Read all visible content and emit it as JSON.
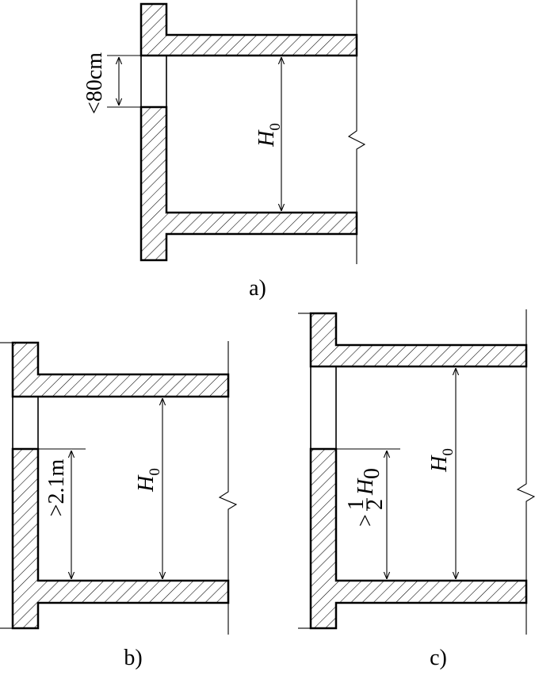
{
  "panels": {
    "a": {
      "caption": "a)",
      "opening_label": "<80cm",
      "height_symbol": "H",
      "height_sub": "0"
    },
    "b": {
      "caption": "b)",
      "opening_label": ">2.1m",
      "height_symbol": "H",
      "height_sub": "0"
    },
    "c": {
      "caption": "c)",
      "opening_prefix": ">",
      "frac_num": "1",
      "frac_den": "2",
      "opening_symbol": "H",
      "opening_sub": "0",
      "height_symbol": "H",
      "height_sub": "0"
    }
  }
}
